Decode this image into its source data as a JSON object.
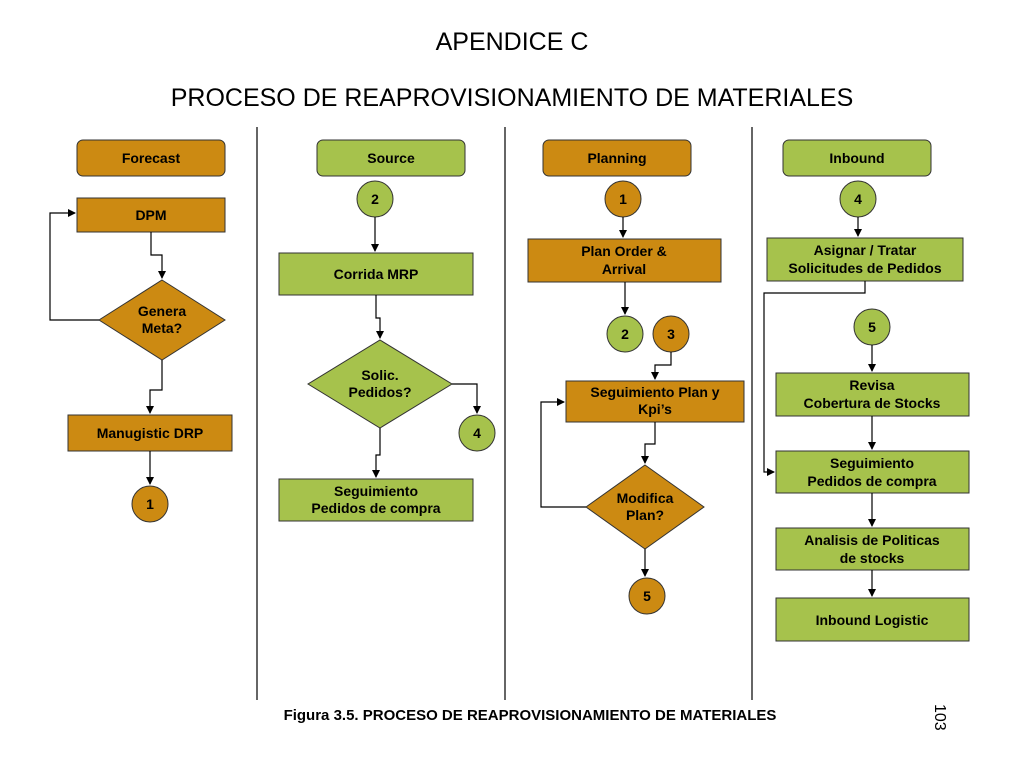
{
  "title_line1": "APENDICE C",
  "title_line2": "PROCESO DE REAPROVISIONAMIENTO DE MATERIALES",
  "caption": "Figura 3.5. PROCESO DE REAPROVISIONAMIENTO DE MATERIALES",
  "page_number": "103",
  "colors": {
    "orange": "#cc8a12",
    "green": "#a6c24c",
    "stroke": "#333333"
  },
  "columns": {
    "forecast": {
      "header": "Forecast",
      "dpm": "DPM",
      "decision": [
        "Genera",
        "Meta?"
      ],
      "drp": "Manugistic DRP",
      "connector_out": "1"
    },
    "source": {
      "header": "Source",
      "connector_in": "2",
      "mrp": "Corrida MRP",
      "decision": [
        "Solic.",
        "Pedidos?"
      ],
      "connector_out": "4",
      "seguimiento": [
        "Seguimiento",
        "Pedidos de compra"
      ]
    },
    "planning": {
      "header": "Planning",
      "connector_in": "1",
      "plan_order": [
        "Plan Order &",
        "Arrival"
      ],
      "connector_out_a": "2",
      "connector_in_b": "3",
      "seguimiento": [
        "Seguimiento Plan y",
        "Kpi’s"
      ],
      "decision": [
        "Modifica",
        "Plan?"
      ],
      "connector_out": "5"
    },
    "inbound": {
      "header": "Inbound",
      "connector_in": "4",
      "asignar": [
        "Asignar / Tratar",
        "Solicitudes de Pedidos"
      ],
      "connector_in_b": "5",
      "revisa": [
        "Revisa",
        "Cobertura de Stocks"
      ],
      "seguimiento": [
        "Seguimiento",
        "Pedidos de compra"
      ],
      "analisis": [
        "Analisis de Politicas",
        "de stocks"
      ],
      "logistic": "Inbound Logistic"
    }
  }
}
